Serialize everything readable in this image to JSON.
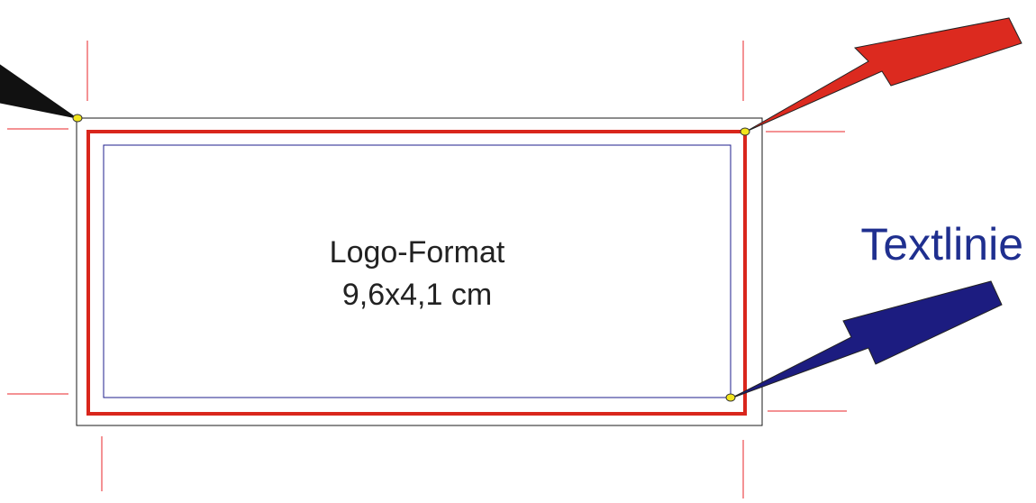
{
  "format": {
    "title": "Logo-Format",
    "size": "9,6x4,1 cm"
  },
  "text_line_label": "Textlinie",
  "colors": {
    "background": "#ffffff",
    "outer_frame": "#1a1a1a",
    "red_frame": "#d9261c",
    "blue_frame": "#1f1f8c",
    "crop_marks": "#e8262a",
    "black_arrow": "#111111",
    "red_arrow": "#dc2a1f",
    "blue_arrow": "#1c1c80",
    "anchor_dot": "#f2e51c",
    "text_dark": "#222222",
    "text_blue": "#1f2f8f"
  }
}
